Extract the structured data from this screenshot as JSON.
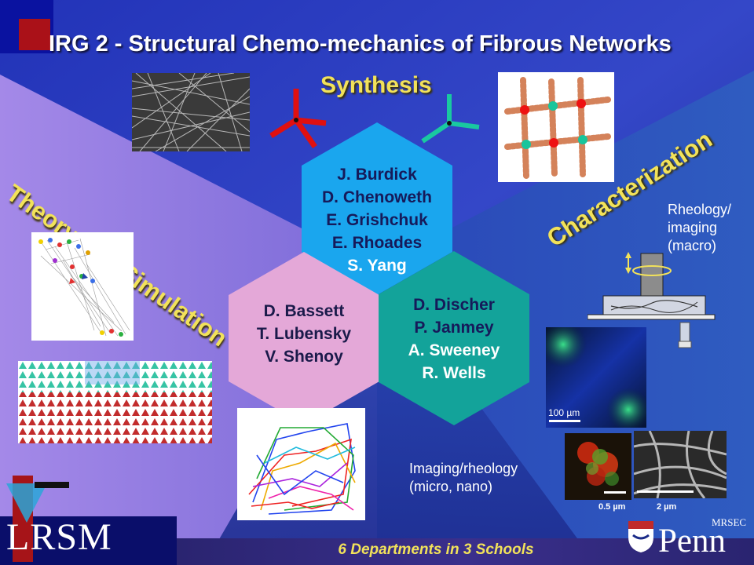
{
  "title": "IRG 2 - Structural Chemo-mechanics of Fibrous Networks",
  "sections": {
    "synthesis": "Synthesis",
    "theory": "Theory and Simulation",
    "characterization": "Characterization"
  },
  "hexagons": {
    "top": [
      "J. Burdick",
      "D. Chenoweth",
      "E. Grishchuk",
      "E. Rhoades",
      "S. Yang"
    ],
    "left": [
      "D. Bassett",
      "T. Lubensky",
      "V. Shenoy"
    ],
    "right": [
      "D. Discher",
      "P. Janmey",
      "A.  Sweeney",
      "R. Wells"
    ]
  },
  "notes": {
    "macro": [
      "Rheology/",
      "imaging",
      "(macro)"
    ],
    "micro": [
      "Imaging/rheology",
      "(micro, nano)"
    ]
  },
  "scale_bars": {
    "confocal": "100 µm",
    "red_green": "0.5 µm",
    "sem": "2 µm"
  },
  "footer": "6 Departments in 3 Schools",
  "logos": {
    "lrsm": "LRSM",
    "mrsec": "MRSEC",
    "penn": "Penn"
  },
  "colors": {
    "background_dark": "#1c2a9a",
    "hex_top": "#1aa6ee",
    "hex_left": "#e4a8d8",
    "hex_right": "#13a39a",
    "section_text": "#f2e25a"
  }
}
